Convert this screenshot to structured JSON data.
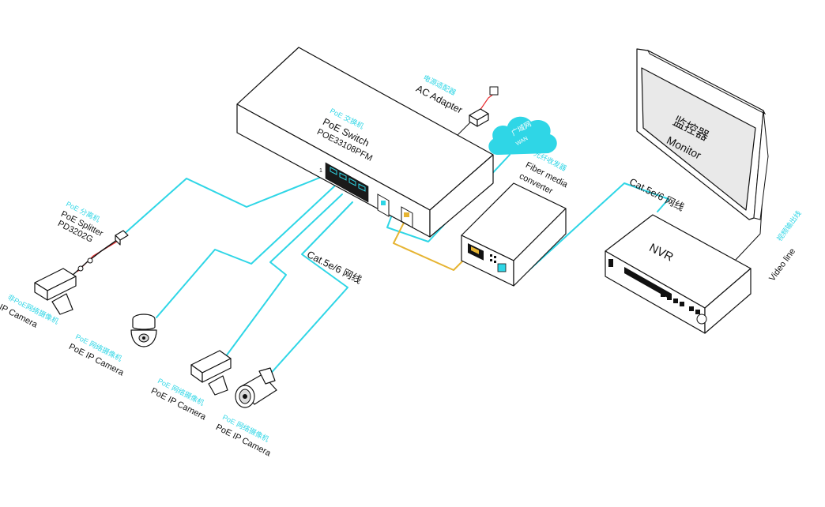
{
  "colors": {
    "ethernet": "#2fd6e6",
    "fiber": "#e6b432",
    "power": "#e8282b",
    "outline": "#111111"
  },
  "switch": {
    "cn": "PoE 交换机",
    "en": "PoE  Switch",
    "model": "POE33108PFM"
  },
  "adapter": {
    "cn": "电源适配器",
    "en": "AC Adapter"
  },
  "wan": {
    "cn": "广域网",
    "en": "WAN"
  },
  "fiber_converter": {
    "cn": "光纤收发器",
    "en_line1": "Fiber media",
    "en_line2": "converter"
  },
  "monitor": {
    "cn": "监控器",
    "en": "Monitor"
  },
  "nvr": {
    "label": "NVR"
  },
  "video_line": {
    "cn": "视频输出线",
    "en": "Video line"
  },
  "cable_top": {
    "label": "Cat.5e/6 网线"
  },
  "cable_mid": {
    "label": "Cat.5e/6 网线"
  },
  "splitter": {
    "cn": "PoE 分离机",
    "en": "PoE Splitter",
    "model": "PD3202G"
  },
  "cameras": [
    {
      "cn": "非PoE网络摄像机",
      "en": "IP Camera"
    },
    {
      "cn": "PoE 网络摄像机",
      "en": "PoE IP Camera"
    },
    {
      "cn": "PoE 网络摄像机",
      "en": "PoE IP Camera"
    },
    {
      "cn": "PoE 网络摄像机",
      "en": "PoE IP Camera"
    }
  ],
  "port_label": "1"
}
